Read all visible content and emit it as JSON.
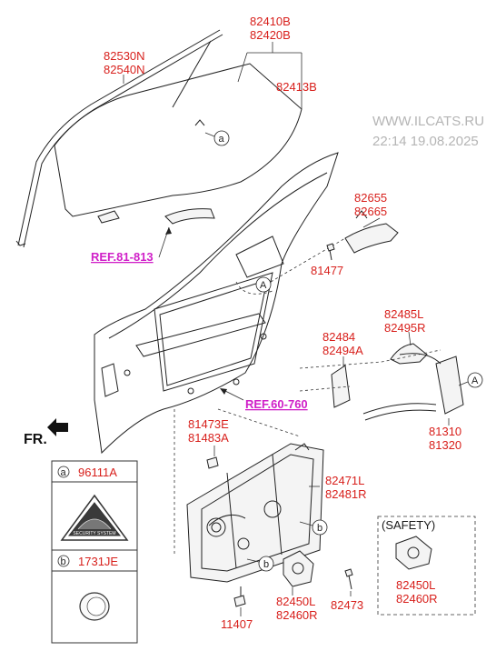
{
  "watermark": {
    "site": "WWW.ILCATS.RU",
    "timestamp": "22:14 19.08.2025"
  },
  "parts": {
    "glass_run": [
      "82530N",
      "82540N"
    ],
    "glass": [
      "82410B",
      "82420B"
    ],
    "glass_sub": "82413B",
    "inside_handle": [
      "82655",
      "82665"
    ],
    "bolt_81477": "81477",
    "rod_bracket": [
      "82485L",
      "82495R"
    ],
    "rod_holder": [
      "82484",
      "82494A"
    ],
    "latch": [
      "81310",
      "81320"
    ],
    "clip": [
      "81473E",
      "81483A"
    ],
    "regulator": [
      "82471L",
      "82481R"
    ],
    "motor": [
      "82450L",
      "82460R"
    ],
    "screw": "82473",
    "bolt_11407": "11407",
    "safety_motor": [
      "82450L",
      "82460R"
    ]
  },
  "refs": {
    "ref1": "REF.81-813",
    "ref2": "REF.60-760"
  },
  "callouts": {
    "a": "a",
    "b": "b",
    "A": "A"
  },
  "front_label": "FR.",
  "safety_label": "(SAFETY)",
  "legend": {
    "a": {
      "letter": "a",
      "part": "96111A",
      "emblem_text": "SECURITY SYSTEM"
    },
    "b": {
      "letter": "b",
      "part": "1731JE"
    }
  },
  "colors": {
    "part_number": "#d8201c",
    "reference": "#d020c8",
    "line": "#222222"
  }
}
